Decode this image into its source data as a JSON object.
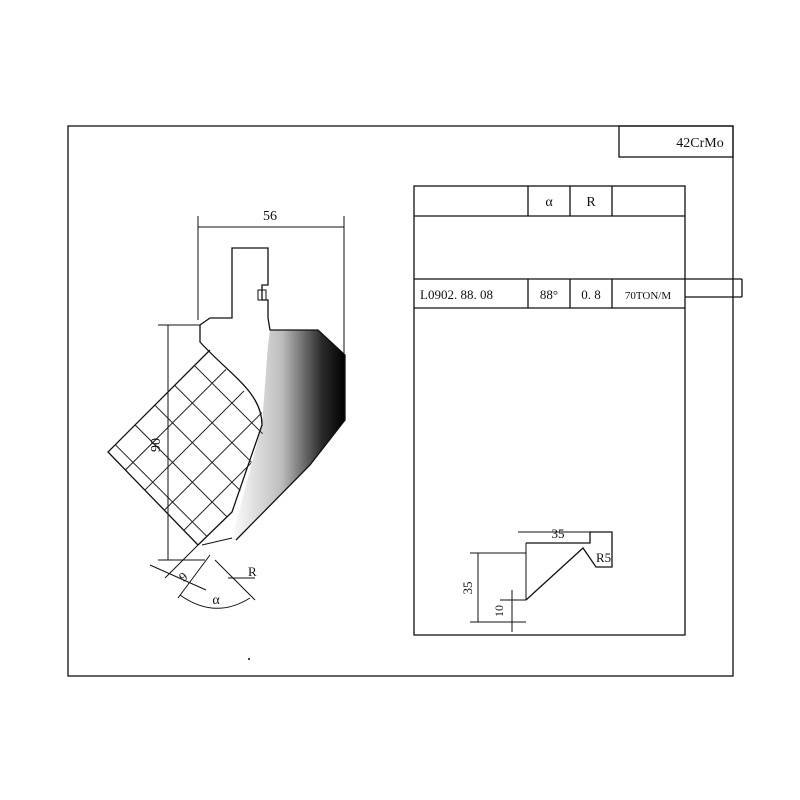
{
  "material": "42CrMo",
  "table": {
    "header": [
      "",
      "α",
      "R",
      ""
    ],
    "row": {
      "code": "L0902. 88. 08",
      "angle": "88°",
      "radius": "0. 8",
      "tonnage": "70TON/M"
    }
  },
  "main_drawing": {
    "width_dim": "56",
    "height_dim": "90",
    "tip_dim": "9",
    "angle_label": "α",
    "radius_label": "R"
  },
  "detail_drawing": {
    "width_dim": "35",
    "height_dim": "35",
    "small_dim": "10",
    "radius_label": "R5"
  },
  "colors": {
    "ink": "#111111",
    "paper": "#ffffff"
  }
}
